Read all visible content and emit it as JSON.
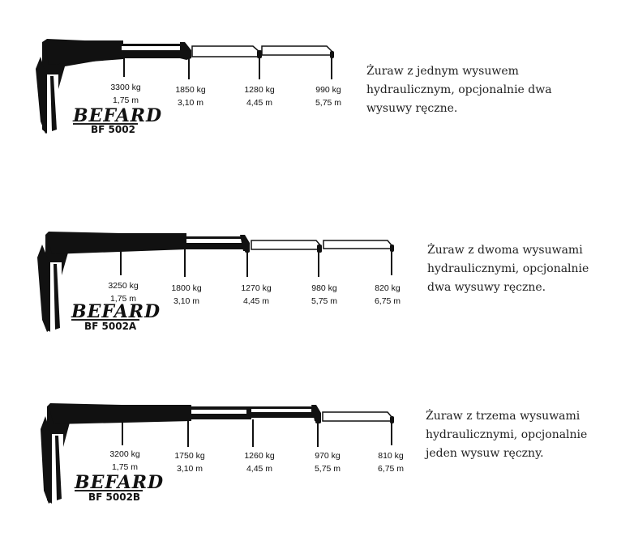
{
  "brand_name": "BEFARD",
  "cranes": [
    {
      "model": "BF 5002",
      "description": [
        "Żuraw z jednym wysuwem",
        "hydraulicznym, opcjonalnie dwa",
        "wysuwy ręczne."
      ],
      "points": [
        {
          "load": "3300 kg",
          "reach": "1,75 m"
        },
        {
          "load": "1850 kg",
          "reach": "3,10 m"
        },
        {
          "load": "1280 kg",
          "reach": "4,45 m"
        },
        {
          "load": "990 kg",
          "reach": "5,75 m"
        }
      ]
    },
    {
      "model": "BF 5002A",
      "description": [
        "Żuraw z dwoma wysuwami",
        "hydraulicznymi, opcjonalnie",
        "dwa wysuwy ręczne."
      ],
      "points": [
        {
          "load": "3250 kg",
          "reach": "1,75 m"
        },
        {
          "load": "1800 kg",
          "reach": "3,10 m"
        },
        {
          "load": "1270 kg",
          "reach": "4,45 m"
        },
        {
          "load": "980 kg",
          "reach": "5,75 m"
        },
        {
          "load": "820 kg",
          "reach": "6,75 m"
        }
      ]
    },
    {
      "model": "BF 5002B",
      "description": [
        "Żuraw z trzema wysuwami",
        "hydraulicznymi, opcjonalnie",
        "jeden wysuw ręczny."
      ],
      "points": [
        {
          "load": "3200 kg",
          "reach": "1,75 m"
        },
        {
          "load": "1750 kg",
          "reach": "3,10 m"
        },
        {
          "load": "1260 kg",
          "reach": "4,45 m"
        },
        {
          "load": "970 kg",
          "reach": "5,75 m"
        },
        {
          "load": "810 kg",
          "reach": "6,75 m"
        }
      ]
    }
  ],
  "colors": {
    "ink": "#111111",
    "background": "#ffffff",
    "text": "#222222"
  }
}
